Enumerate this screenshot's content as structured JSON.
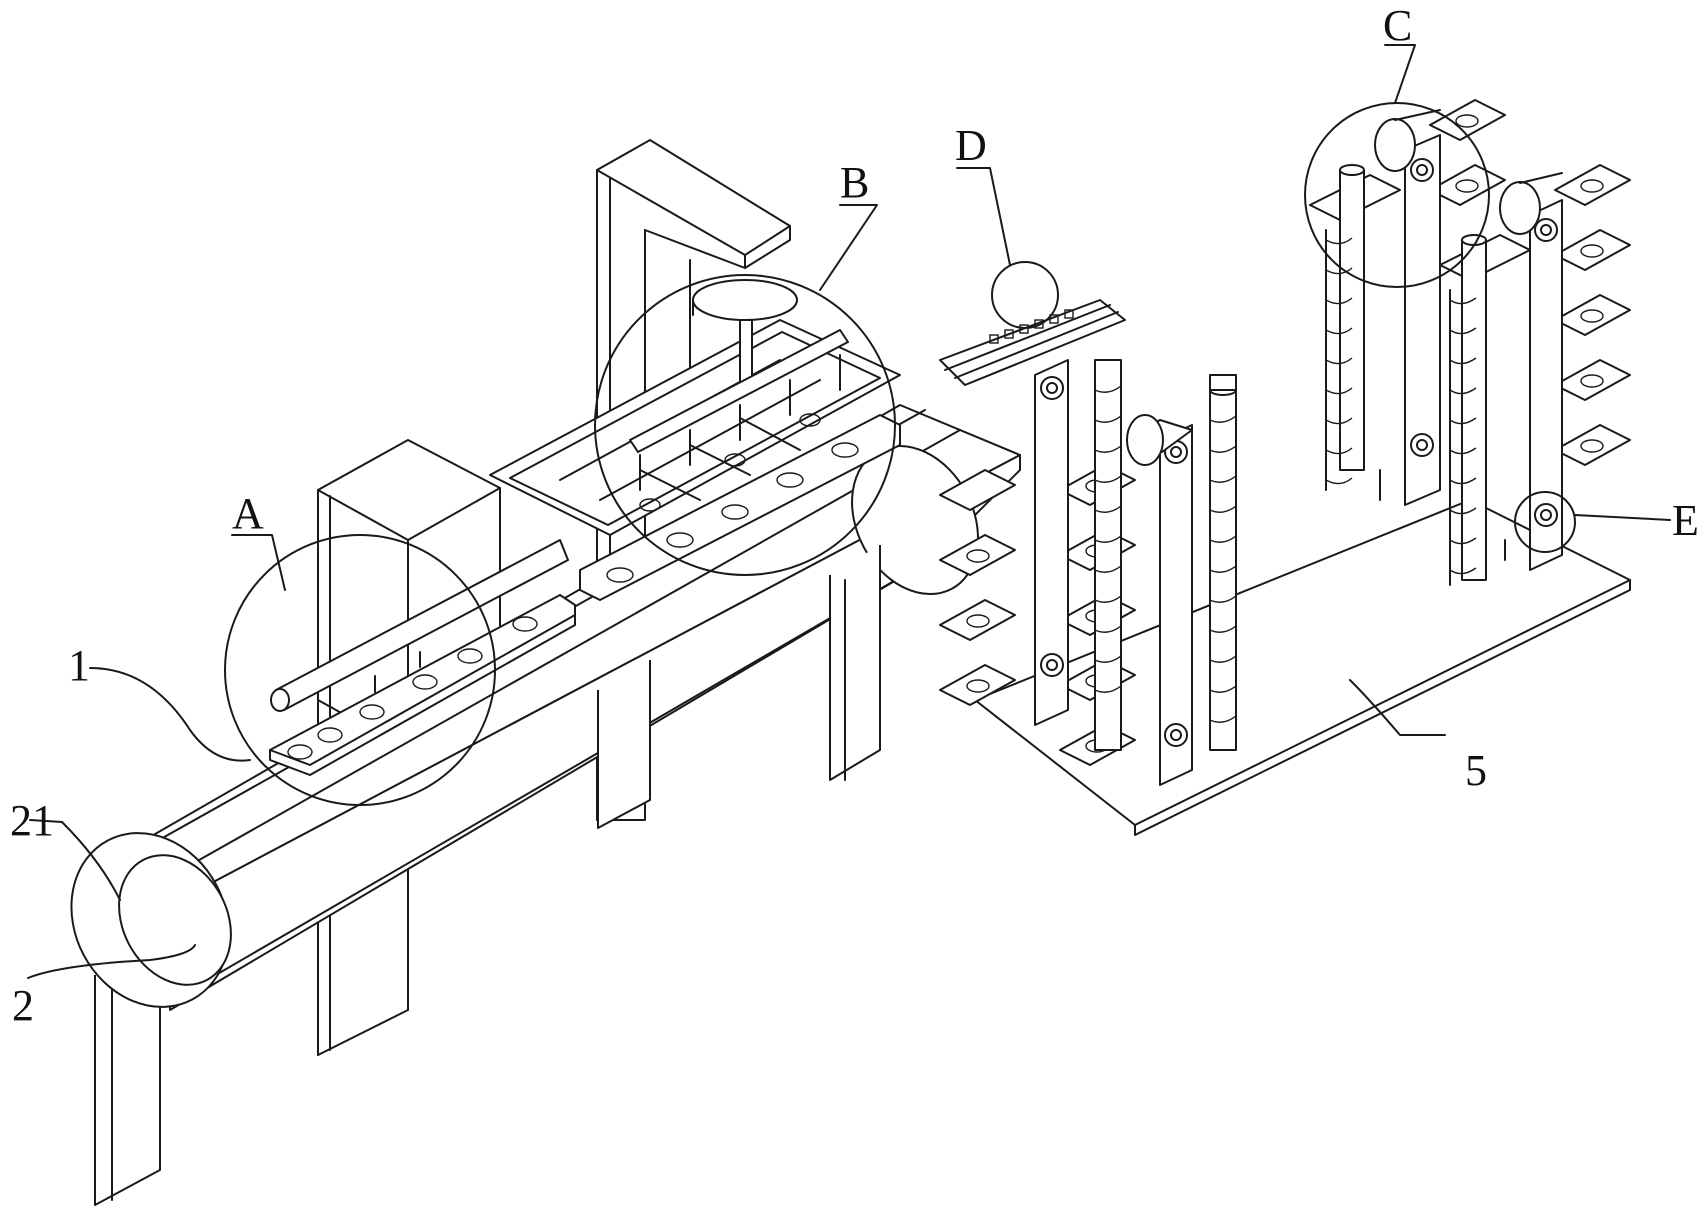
{
  "callouts": [
    {
      "id": "A",
      "text": "A"
    },
    {
      "id": "B",
      "text": "B"
    },
    {
      "id": "C",
      "text": "C"
    },
    {
      "id": "D",
      "text": "D"
    },
    {
      "id": "E",
      "text": "E"
    }
  ],
  "parts": [
    {
      "id": "1",
      "text": "1"
    },
    {
      "id": "2",
      "text": "2"
    },
    {
      "id": "21",
      "text": "21"
    },
    {
      "id": "5",
      "text": "5"
    }
  ]
}
